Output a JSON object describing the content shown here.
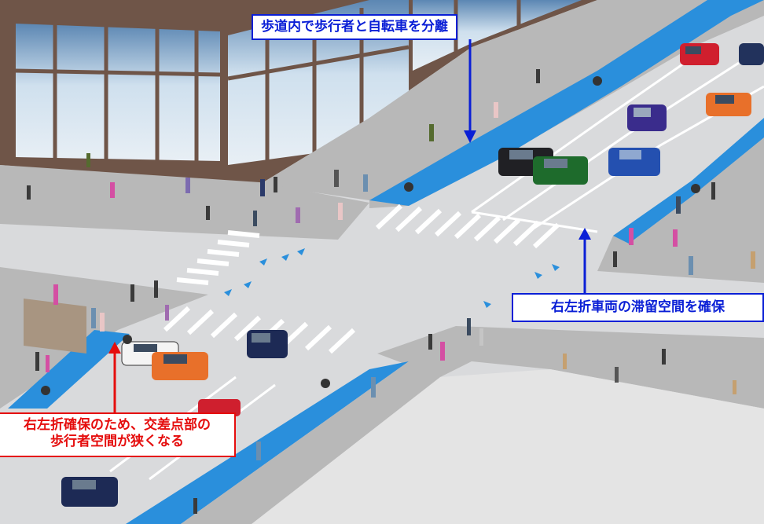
{
  "callouts": {
    "top": "歩道内で歩行者と自転車を分離",
    "right": "右左折車両の滞留空間を確保",
    "left_line1": "右左折確保のため、交差点部の",
    "left_line2": "歩行者空間が狭くなる"
  },
  "colors": {
    "callout_blue": "#0a1fd6",
    "callout_red": "#e50d0d",
    "bike_lane": "#2a8fdc",
    "sidewalk": "#b8b8b8",
    "road": "#d9dadc",
    "building": "#6f5548"
  }
}
